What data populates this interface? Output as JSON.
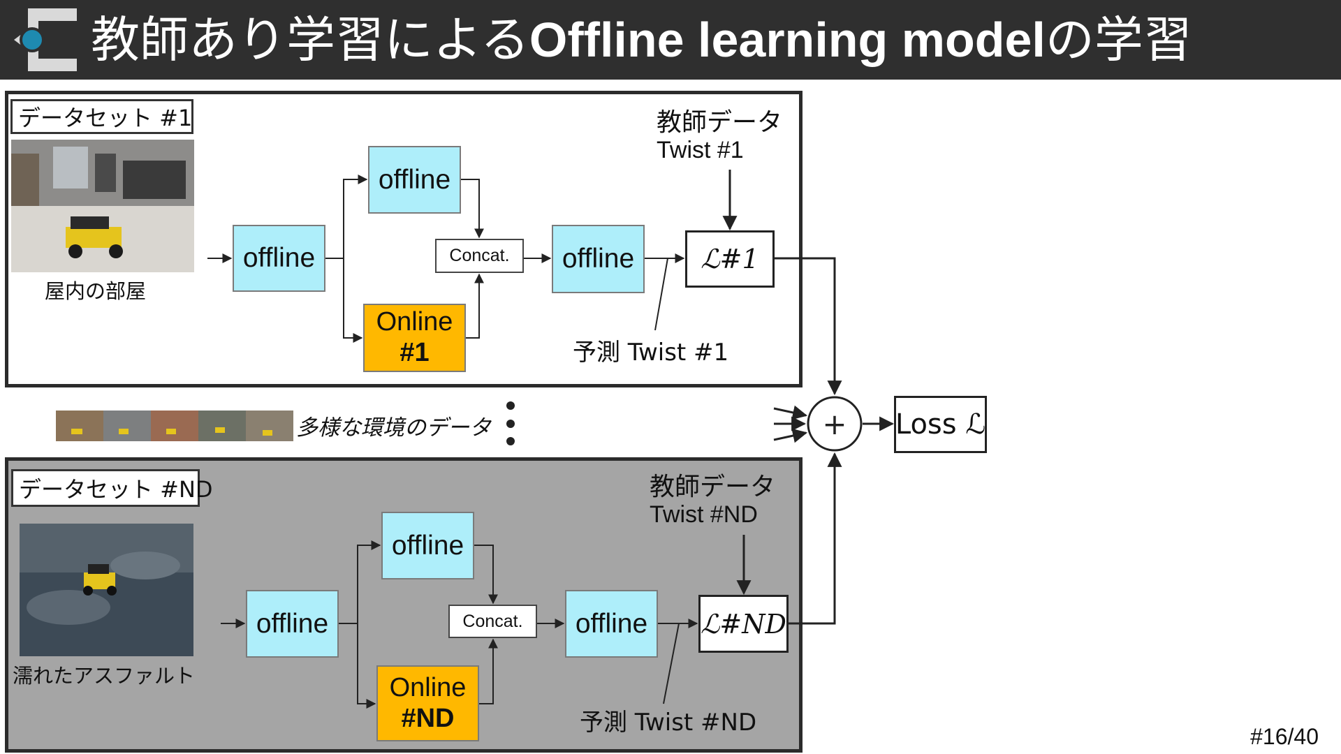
{
  "header": {
    "title_jp": "教師あり学習による",
    "title_en": "Offline learning model",
    "title_tail": "の学習"
  },
  "panel1": {
    "dataset_label": "データセット #1",
    "photo_caption": "屋内の部屋",
    "teacher_label": "教師データ",
    "teacher_twist": "Twist #1",
    "offline_1": "offline",
    "offline_2": "offline",
    "offline_3": "offline",
    "online_line1": "Online",
    "online_line2": "#1",
    "concat": "Concat.",
    "loss": "ℒ#1",
    "prediction": "予測 Twist #1"
  },
  "middle": {
    "diverse_label": "多様な環境のデータ",
    "sum_symbol": "+",
    "final_loss": "Loss ℒ"
  },
  "panel2": {
    "dataset_label": "データセット #ND",
    "photo_caption": "濡れたアスファルト",
    "teacher_label": "教師データ",
    "teacher_twist": "Twist #ND",
    "offline_1": "offline",
    "offline_2": "offline",
    "offline_3": "offline",
    "online_line1": "Online",
    "online_line2": "#ND",
    "concat": "Concat.",
    "loss": "ℒ#ND",
    "prediction": "予測 Twist #ND"
  },
  "footer": {
    "page": "#16/40"
  },
  "colors": {
    "offline": "#aeeefa",
    "online": "#ffb800",
    "header": "#2f2f2f",
    "panel2_bg": "#a5a5a5"
  }
}
